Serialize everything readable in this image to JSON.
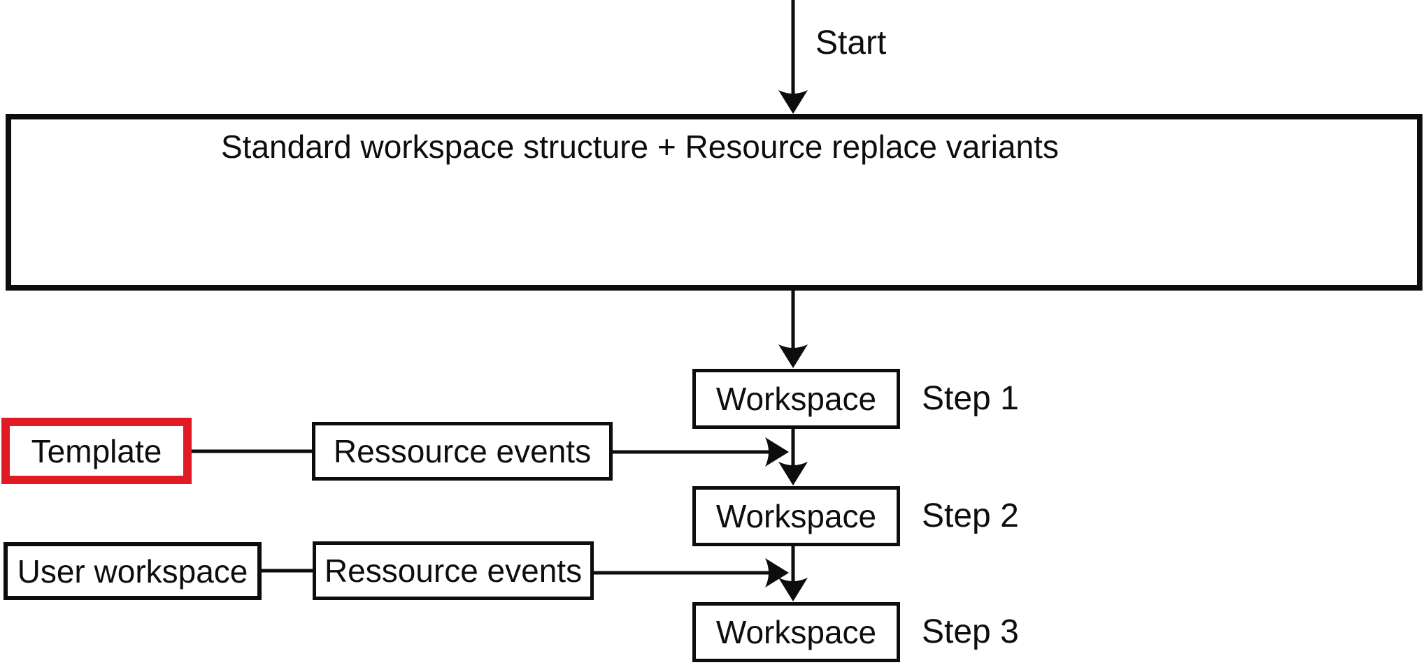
{
  "diagram": {
    "start_label": "Start",
    "main_box": {
      "label": "Standard workspace structure + Resource replace variants"
    },
    "steps": [
      {
        "box": "Workspace",
        "label": "Step 1"
      },
      {
        "box": "Workspace",
        "label": "Step 2"
      },
      {
        "box": "Workspace",
        "label": "Step 3"
      }
    ],
    "inputs": [
      {
        "source": "Template",
        "via": "Ressource events",
        "highlighted": true
      },
      {
        "source": "User workspace",
        "via": "Ressource events",
        "highlighted": false
      }
    ],
    "colors": {
      "line": "#0d0d0d",
      "highlight_red": "#e01b24",
      "background": "#ffffff"
    }
  }
}
